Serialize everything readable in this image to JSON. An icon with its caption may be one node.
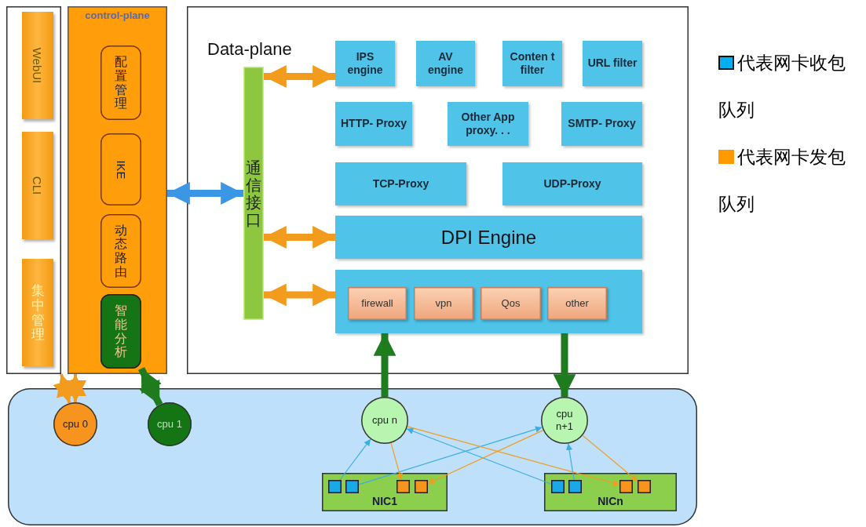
{
  "diagram": {
    "nodes": [
      {
        "text": [],
        "shape": "box"
      },
      {
        "text": [
          "WebUI"
        ],
        "in": 0
      },
      {
        "text": [
          "CLI"
        ],
        "in": 0
      },
      {
        "text": [
          "集中管理"
        ],
        "in": 0
      },
      {
        "text": [
          "control-plane"
        ]
      },
      {
        "text": [
          "配置管理"
        ],
        "in": 4
      },
      {
        "text": [
          "IKE"
        ],
        "in": 4
      },
      {
        "text": [
          "动态路由"
        ],
        "in": 4
      },
      {
        "text": [
          "智能分析"
        ],
        "in": 4
      },
      {
        "text": [
          "Data-plane"
        ]
      },
      {
        "text": [
          "通信接口"
        ],
        "in": 9
      },
      {
        "text": [
          "IPS engine"
        ],
        "in": 9
      },
      {
        "text": [
          "AV engine"
        ],
        "in": 9
      },
      {
        "text": [
          "Conten t filter"
        ],
        "in": 9
      },
      {
        "text": [
          "URL filter"
        ],
        "in": 9
      },
      {
        "text": [
          "HTTP- Proxy"
        ],
        "in": 9
      },
      {
        "text": [
          "Other App proxy. . ."
        ],
        "in": 9
      },
      {
        "text": [
          "SMTP- Proxy"
        ],
        "in": 9
      },
      {
        "text": [
          "TCP-Proxy"
        ],
        "in": 9
      },
      {
        "text": [
          "UDP-Proxy"
        ],
        "in": 9
      },
      {
        "text": [
          "DPI Engine"
        ],
        "in": 9
      },
      {
        "text": [],
        "shape": "box",
        "in": 9
      },
      {
        "text": [
          "firewall"
        ],
        "in": 21
      },
      {
        "text": [
          "vpn"
        ],
        "in": 21
      },
      {
        "text": [
          "Qos"
        ],
        "in": 21
      },
      {
        "text": [
          "other"
        ],
        "in": 21
      },
      {
        "text": [],
        "shape": "box"
      },
      {
        "text": [
          "cpu 0"
        ],
        "in": 26
      },
      {
        "text": [
          "cpu 1"
        ],
        "in": 26
      },
      {
        "text": [
          "cpu n"
        ],
        "in": 26
      },
      {
        "text": [
          "cpu n+1"
        ],
        "in": 26
      },
      {
        "text": [
          "NIC1"
        ],
        "in": 26
      },
      {
        "text": [],
        "shape": "box",
        "in": 31
      },
      {
        "text": [],
        "shape": "box",
        "in": 31
      },
      {
        "text": [],
        "shape": "box",
        "in": 31
      },
      {
        "text": [],
        "shape": "box",
        "in": 31
      },
      {
        "text": [
          "NICn"
        ],
        "in": 26
      },
      {
        "text": [],
        "shape": "box",
        "in": 36
      },
      {
        "text": [],
        "shape": "box",
        "in": 36
      },
      {
        "text": [],
        "shape": "box",
        "in": 36
      },
      {
        "text": [],
        "shape": "box",
        "in": 36
      }
    ],
    "edges": [
      {
        "from": 27,
        "to": 0,
        "arrow": "both"
      },
      {
        "from": 27,
        "to": 4,
        "arrow": "both"
      },
      {
        "from": 8,
        "to": 28,
        "arrow": "both",
        "style": "thick",
        "color": "#1e7b1e"
      },
      {
        "from": 4,
        "to": 10,
        "arrow": "both",
        "style": "thick",
        "color": "#3c96e6"
      },
      {
        "from": 10,
        "to": 11,
        "arrow": "both",
        "style": "thick"
      },
      {
        "from": 10,
        "to": 20,
        "arrow": "both",
        "style": "thick"
      },
      {
        "from": 10,
        "to": 21,
        "arrow": "both",
        "style": "thick"
      },
      {
        "from": 29,
        "to": 21,
        "arrow": "to",
        "style": "thick",
        "color": "#1e7b1e"
      },
      {
        "from": 21,
        "to": 30,
        "arrow": "to",
        "style": "thick",
        "color": "#1e7b1e"
      },
      {
        "from": 32,
        "to": 29,
        "arrow": "to",
        "color": "#3aaee0"
      },
      {
        "from": 33,
        "to": 30,
        "arrow": "to",
        "color": "#3aaee0"
      },
      {
        "from": 37,
        "to": 29,
        "arrow": "to",
        "color": "#3aaee0"
      },
      {
        "from": 38,
        "to": 30,
        "arrow": "to",
        "color": "#3aaee0"
      },
      {
        "from": 29,
        "to": 34,
        "arrow": "to"
      },
      {
        "from": 29,
        "to": 39,
        "arrow": "to"
      },
      {
        "from": 30,
        "to": 35,
        "arrow": "to"
      },
      {
        "from": 30,
        "to": 40,
        "arrow": "to"
      }
    ],
    "legend": [
      {
        "text": "代表网卡收包队列",
        "color": "#00b0f0"
      },
      {
        "text": "代表网卡发包队列",
        "color": "#ff9900"
      }
    ]
  }
}
